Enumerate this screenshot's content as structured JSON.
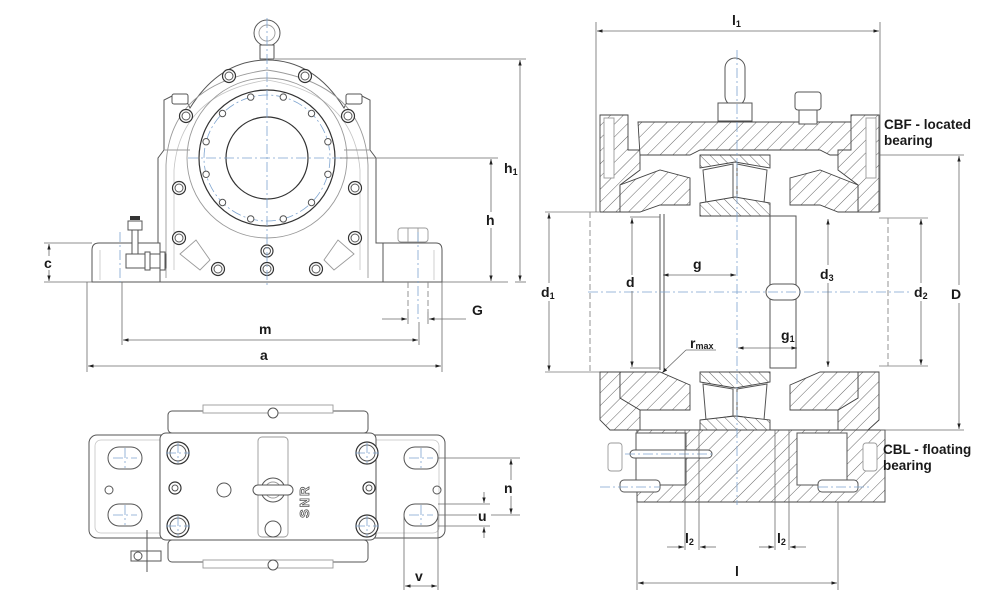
{
  "figure": {
    "subject": "Split plummer block housing with spherical roller bearing",
    "views": [
      "front-elevation",
      "plan-view",
      "sectional-view"
    ]
  },
  "front_view": {
    "dimensions": {
      "h1": {
        "main": "h",
        "sub": "1"
      },
      "h": {
        "main": "h",
        "sub": ""
      },
      "c": {
        "main": "c",
        "sub": ""
      },
      "m": {
        "main": "m",
        "sub": ""
      },
      "a": {
        "main": "a",
        "sub": ""
      },
      "G": {
        "main": "G",
        "sub": ""
      }
    }
  },
  "plan_view": {
    "logo": "SNR",
    "dimensions": {
      "n": {
        "main": "n",
        "sub": ""
      },
      "u": {
        "main": "u",
        "sub": ""
      },
      "v": {
        "main": "v",
        "sub": ""
      }
    }
  },
  "section_view": {
    "dimensions": {
      "l1": {
        "main": "l",
        "sub": "1"
      },
      "d1": {
        "main": "d",
        "sub": "1"
      },
      "d": {
        "main": "d",
        "sub": ""
      },
      "g": {
        "main": "g",
        "sub": ""
      },
      "d3": {
        "main": "d",
        "sub": "3"
      },
      "d2": {
        "main": "d",
        "sub": "2"
      },
      "D": {
        "main": "D",
        "sub": ""
      },
      "rmax": {
        "main": "r",
        "sub": "max"
      },
      "g1": {
        "main": "g",
        "sub": "1"
      },
      "l2_left": {
        "main": "l",
        "sub": "2"
      },
      "l2_right": {
        "main": "l",
        "sub": "2"
      },
      "l": {
        "main": "l",
        "sub": ""
      }
    },
    "annotations": {
      "cbf": {
        "line1": "CBF - located",
        "line2": "bearing"
      },
      "cbl": {
        "line1": "CBL - floating",
        "line2": "bearing"
      }
    }
  }
}
